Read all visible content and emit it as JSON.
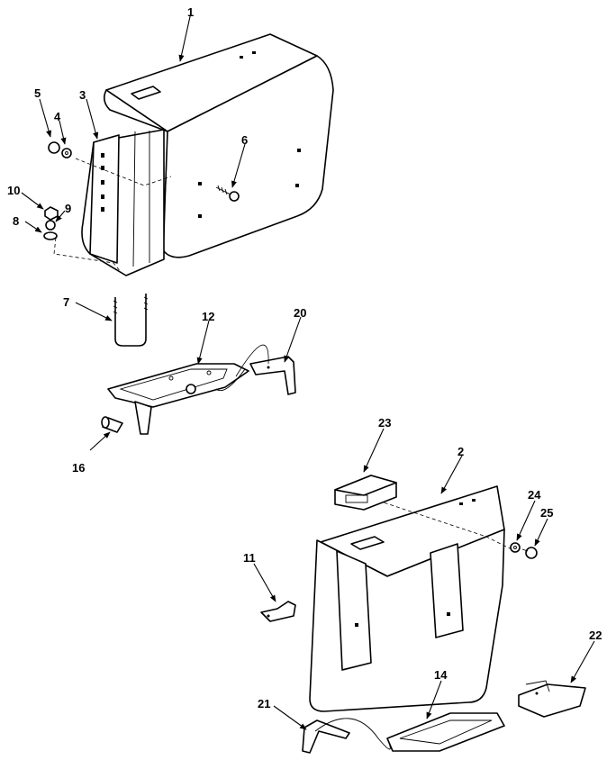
{
  "callouts": {
    "c1": "1",
    "c2": "2",
    "c3": "3",
    "c4": "4",
    "c5": "5",
    "c6": "6",
    "c7": "7",
    "c8": "8",
    "c9": "9",
    "c10": "10",
    "c11": "11",
    "c12": "12",
    "c14": "14",
    "c16": "16",
    "c20": "20",
    "c21": "21",
    "c22": "22",
    "c23": "23",
    "c24": "24",
    "c25": "25"
  }
}
